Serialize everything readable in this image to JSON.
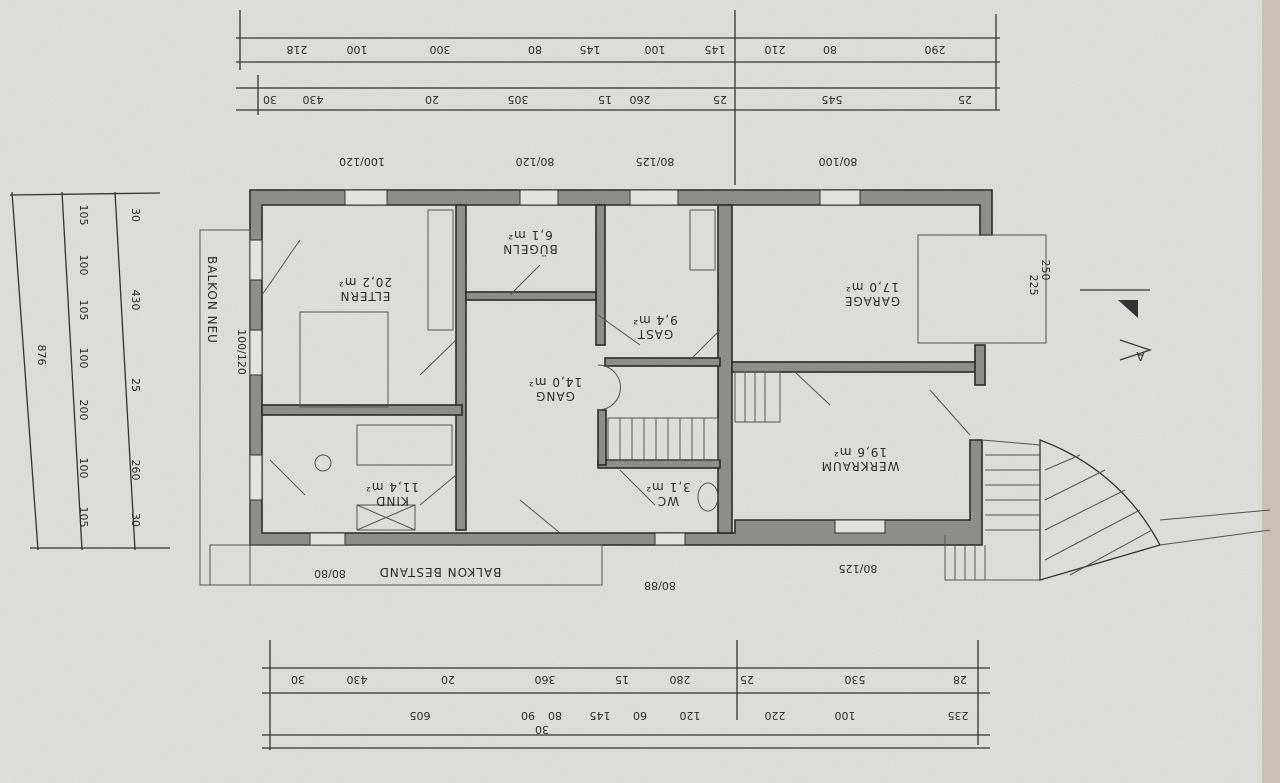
{
  "plan": {
    "orientation": "rotated-180",
    "rooms": [
      {
        "name": "ELTERN",
        "area": "20,2 m²"
      },
      {
        "name": "BÜGELN",
        "area": "6,1 m²"
      },
      {
        "name": "GAST",
        "area": "9,4 m²"
      },
      {
        "name": "GARAGE",
        "area": "17,0 m²"
      },
      {
        "name": "GANG",
        "area": "14,0 m²"
      },
      {
        "name": "WERKRAUM",
        "area": "19,6 m²"
      },
      {
        "name": "WC",
        "area": "3,1 m²"
      },
      {
        "name": "KIND",
        "area": "11,4 m²"
      }
    ],
    "balconies": {
      "new": "BALKON NEU",
      "existing": "BALKON BESTAND"
    },
    "window_tags": [
      "100/120",
      "80/120",
      "80/125",
      "80/100",
      "100/120",
      "80/80",
      "80/88",
      "80/125"
    ],
    "garage_extension": {
      "depth": "250",
      "width": "225"
    },
    "section_marker": "A"
  },
  "dimensions": {
    "top_row1": [
      "218",
      "100",
      "300",
      "80",
      "145",
      "100",
      "145",
      "210",
      "80",
      "290"
    ],
    "top_row2": [
      "30",
      "430",
      "20",
      "305",
      "15",
      "260",
      "25",
      "545",
      "25"
    ],
    "bottom_row1": [
      "30",
      "430",
      "20",
      "360",
      "15",
      "280",
      "25",
      "530",
      "28"
    ],
    "bottom_row2": [
      "605",
      "90",
      "80",
      "145",
      "60",
      "120",
      "220",
      "100",
      "235"
    ],
    "bottom_row2_sub": "30",
    "left_total": "876",
    "left_col2": [
      "105",
      "100",
      "105",
      "100",
      "200",
      "100",
      "105"
    ],
    "left_col3": [
      "30",
      "430",
      "25",
      "260",
      "30"
    ]
  }
}
